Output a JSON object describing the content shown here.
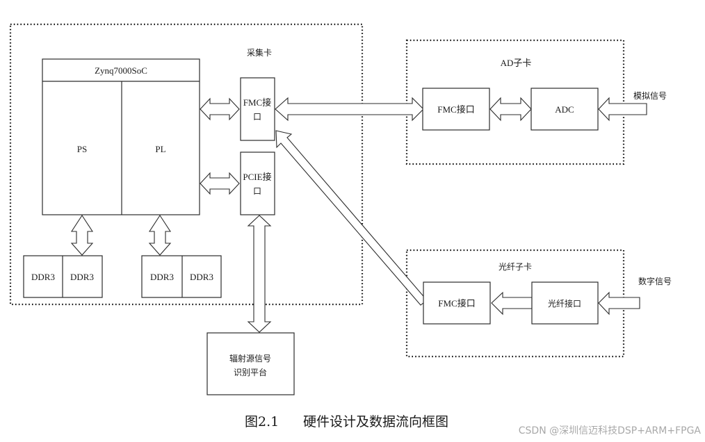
{
  "diagram": {
    "acquisition_card": {
      "label": "采集卡",
      "soc": {
        "title": "Zynq7000SoC",
        "ps_label": "PS",
        "pl_label": "PL"
      },
      "fmc_interface": {
        "line1": "FMC接",
        "line2": "口"
      },
      "pcie_interface": {
        "line1": "PCIE接",
        "line2": "口"
      },
      "ddr_ps": [
        "DDR3",
        "DDR3"
      ],
      "ddr_pl": [
        "DDR3",
        "DDR3"
      ]
    },
    "ad_card": {
      "label": "AD子卡",
      "fmc_interface": "FMC接口",
      "adc": "ADC",
      "input_label": "模拟信号"
    },
    "fiber_card": {
      "label": "光纤子卡",
      "fmc_interface": "FMC接口",
      "fiber_interface": "光纤接口",
      "input_label": "数字信号"
    },
    "platform": {
      "line1": "辐射源信号",
      "line2": "识别平台"
    },
    "connections": [
      {
        "from": "Zynq PL",
        "to": "FMC接口 (采集卡)",
        "direction": "bidirectional"
      },
      {
        "from": "Zynq PL",
        "to": "PCIE接口",
        "direction": "bidirectional"
      },
      {
        "from": "Zynq PS",
        "to": "DDR3 pair (PS)",
        "direction": "bidirectional"
      },
      {
        "from": "Zynq PL",
        "to": "DDR3 pair (PL)",
        "direction": "bidirectional"
      },
      {
        "from": "PCIE接口",
        "to": "辐射源信号识别平台",
        "direction": "bidirectional"
      },
      {
        "from": "FMC接口 (采集卡)",
        "to": "FMC接口 (AD子卡)",
        "direction": "bidirectional"
      },
      {
        "from": "FMC接口 (AD子卡)",
        "to": "ADC",
        "direction": "bidirectional"
      },
      {
        "from": "模拟信号",
        "to": "ADC",
        "direction": "one-way"
      },
      {
        "from": "数字信号",
        "to": "光纤接口",
        "direction": "one-way"
      },
      {
        "from": "光纤接口",
        "to": "FMC接口 (光纤子卡)",
        "direction": "one-way"
      },
      {
        "from": "FMC接口 (光纤子卡)",
        "to": "FMC接口 (采集卡)",
        "direction": "one-way"
      }
    ]
  },
  "caption": {
    "figure_no": "图2.1",
    "title": "硬件设计及数据流向框图"
  },
  "watermark": "CSDN @深圳信迈科技DSP+ARM+FPGA"
}
